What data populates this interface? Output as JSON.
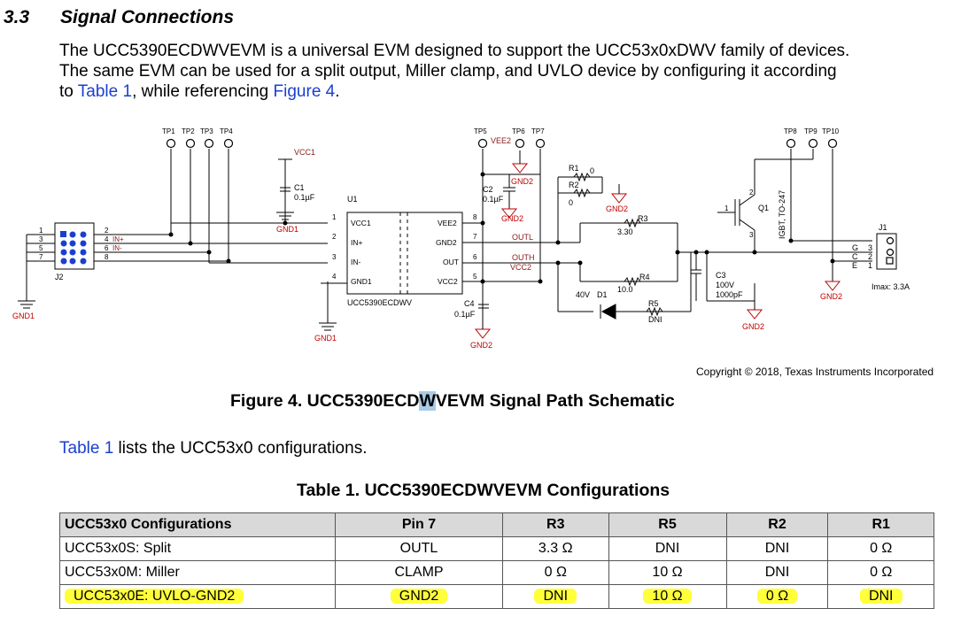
{
  "section": {
    "number": "3.3",
    "title": "Signal Connections"
  },
  "intro": {
    "line1": "The UCC5390ECDWVEVM is a universal EVM designed to support the UCC53x0xDWV family of devices.",
    "line2": "The same EVM can be used for a split output, Miller clamp, and UVLO device by configuring it according",
    "line3_pre": "to ",
    "line3_link1": "Table 1",
    "line3_mid": ", while referencing ",
    "line3_link2": "Figure 4",
    "line3_post": "."
  },
  "schematic": {
    "testpoints": [
      "TP1",
      "TP2",
      "TP3",
      "TP4",
      "TP5",
      "TP6",
      "TP7",
      "TP8",
      "TP9",
      "TP10"
    ],
    "vcc1": "VCC1",
    "vee2": "VEE2",
    "vcc2": "VCC2",
    "gnd1": "GND1",
    "gnd2": "GND2",
    "c1_name": "C1",
    "c1_value": "0.1µF",
    "c2_name": "C2",
    "c2_value": "0.1µF",
    "c3_name": "C3",
    "c3_v": "100V",
    "c3_value": "1000pF",
    "c4_name": "C4",
    "c4_value": "0.1µF",
    "u1_ref": "U1",
    "u1_part": "UCC5390ECDWV",
    "u1_pins_left": [
      "VCC1",
      "IN+",
      "IN-",
      "GND1"
    ],
    "u1_pins_right": [
      "VEE2",
      "GND2",
      "OUT",
      "VCC2"
    ],
    "u1_pinnums_left": [
      "1",
      "2",
      "3",
      "4"
    ],
    "u1_pinnums_right": [
      "8",
      "7",
      "6",
      "5"
    ],
    "r1_name": "R1",
    "r1_value": "0",
    "r2_name": "R2",
    "r2_value": "0",
    "r3_name": "R3",
    "r3_value": "3.30",
    "r4_name": "R4",
    "r4_value": "10.0",
    "r5_name": "R5",
    "r5_value": "DNI",
    "d1_voltage": "40V",
    "d1_name": "D1",
    "net_outl": "OUTL",
    "net_outh": "OUTH",
    "q1_name": "Q1",
    "q1_pkg": "IGBT, TO-247",
    "j2_name": "J2",
    "j2_pins_left": [
      "1",
      "3",
      "5",
      "7"
    ],
    "j2_pins_right": [
      "2",
      "4",
      "6",
      "8"
    ],
    "net_inp": "IN+",
    "net_inm": "IN-",
    "j1_name": "J1",
    "j1_labels": [
      "G",
      "C",
      "E"
    ],
    "j1_pins": [
      "3",
      "2",
      "1"
    ],
    "j1_imax": "Imax: 3.3A",
    "q1_pin1": "1",
    "q1_pin2": "2",
    "q1_pin3": "3"
  },
  "copyright": "Copyright © 2018, Texas Instruments Incorporated",
  "figure_caption": {
    "pre": "Figure 4. UCC5390ECD",
    "sel": "W",
    "post": "VEVM Signal Path Schematic"
  },
  "lists_text": {
    "link": "Table 1",
    "rest": " lists the UCC53x0 configurations."
  },
  "table_caption": "Table 1. UCC5390ECDWVEVM Configurations",
  "table": {
    "headers": [
      "UCC53x0 Configurations",
      "Pin 7",
      "R3",
      "R5",
      "R2",
      "R1"
    ],
    "rows": [
      [
        "UCC53x0S: Split",
        "OUTL",
        "3.3 Ω",
        "DNI",
        "DNI",
        "0 Ω"
      ],
      [
        "UCC53x0M: Miller",
        "CLAMP",
        "0 Ω",
        "10 Ω",
        "DNI",
        "0 Ω"
      ],
      [
        "UCC53x0E: UVLO-GND2",
        "GND2",
        "DNI",
        "10 Ω",
        "0 Ω",
        "DNI"
      ]
    ]
  },
  "colors": {
    "link": "#1a3fd0",
    "highlight": "#ffff3a",
    "schematic_net_label": "#8b1a1a",
    "ground_symbol": "#c00000"
  }
}
